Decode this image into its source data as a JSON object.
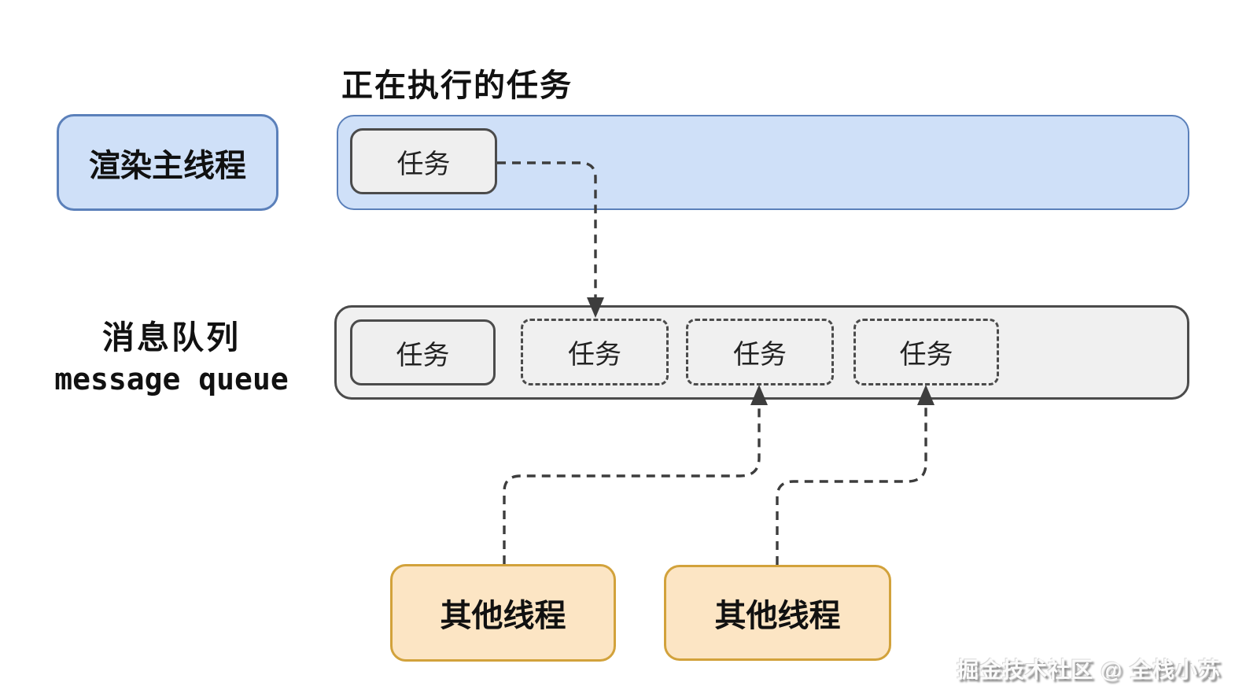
{
  "title": "正在执行的任务",
  "main_thread": {
    "label": "渲染主线程"
  },
  "executing_task": {
    "label": "任务"
  },
  "message_queue": {
    "label_zh": "消息队列",
    "label_en": "message queue",
    "tasks": [
      {
        "label": "任务",
        "style": "solid"
      },
      {
        "label": "任务",
        "style": "dashed"
      },
      {
        "label": "任务",
        "style": "dashed"
      },
      {
        "label": "任务",
        "style": "dashed"
      }
    ]
  },
  "other_threads": [
    {
      "label": "其他线程"
    },
    {
      "label": "其他线程"
    }
  ],
  "watermark": "掘金技术社区 @ 全栈小苏",
  "colors": {
    "thread_fill": "#cfe0f8",
    "thread_border": "#5b80ba",
    "queue_fill": "#f0f0f0",
    "task_fill": "#efefef",
    "box_border": "#4b4b4b",
    "other_thread_fill": "#fce5c4",
    "other_thread_border": "#d2a23b",
    "connector": "#3d3d3d"
  }
}
